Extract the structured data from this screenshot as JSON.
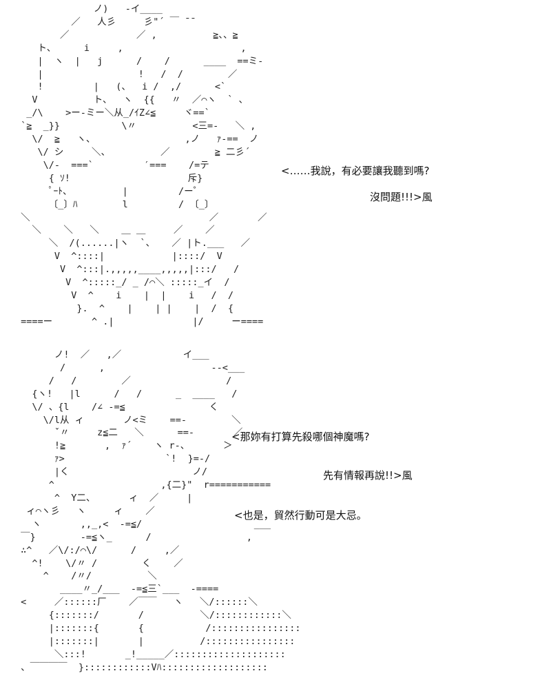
{
  "panels": [
    {
      "art": "              ノ)   -イ____\n          ／   人彡     彡\"´ ￣ ¯¯\n        ／            ／ ,          ≧、、≧\n    ト、     i     ,                     ,\n    |  ヽ  |   j      /    /      ____  ==ミ-\n    |                 !   /  /        ／\n    !         |   (、  i /  ,/      <`\n   V          ト、  ヽ  {{   〃  ／⌒ヽ  ` 、\n  _/\\    >ー-ミー＼从_/ｲZ∠≦     ヾ==`\n `≧  _}}           \\〃          <三=-   ＼ ,\n   \\/  ≧   ヽ、                ,ノ   ｧ-==  ノ\n    \\/ シ     ＼、         ／        ≧ 二彡´\n     \\/-  ===`         ′===    /=テ\n      { ｿ!                     斥}\n      ﾟｰﾄ、         |         /ー゜\n      〔_〕ﾊ        l         / 〔_〕\n ＼                                ／       ／\n   ＼    ＼   ＼    ＿ ＿     ／    ／\n      ＼  /(......|ヽ  `、   ／ |ト.___   ／\n       V  ^::::|            |::::/  V\n        V  ^:::|.,,,,,____,,,,,|:::/   /\n         V  ^:::::_/ _ /⌒＼ :::::_イ  /\n          V  ^    i    |  |    i   /  /\n           }.  ^    |    | |    |  /  {\n ====ー       ^ .|              |/     ー====",
      "lines": [
        "<……我說，有必要讓我聽到嗎?",
        "沒問題!!!>風"
      ]
    },
    {
      "art": "       ノ!  ／   ,／           イ___\n        /      ,                   --<___\n      /   /        ／                 /\n   {ヽ!   |l      /   /      _  ____   /\n   \\/ 、{l    /∠ -=≦               く\n     \\/l从 ィ       ノ<ミ    ==-        ＼\n       ˇ〃     z≦二   ＼      ==-       ／\n       !≧       ,  ｧ´    ヽ r-、      ＞\n       ｧ>                  `!  }=-/\n       |く                      ノ/\n      ^                   ,{二}\"  r===========\n       ^  Y二、      ィ  ／     |\n  ィ⌒ヽ彡   ヽ     ィ    ／\n   ヽ       ,,_,<  -=≦/                    ___\n ￣}        -=≦ヽ_      /                 ,\n ∴^   ／\\/:/⌒\\/      /     ,／\n   ^!    \\/〃 /        く    ／\n     ^    /〃/          ＼\n        ____〃_/___  -=≦三`___  -====\n <     ／::::::厂    ／￣￣   ヽ   ＼/::::::＼\n      {:::::::/       /          ＼/::::::::::::＼\n      |:::::::{       {           /::::::::::::::::\n      |:::::::|       |          /::::::::::::::::\n       ＼:::!       _!_____／::::::::::::::::::::\n 、￣￣￣￣  }::::::::::::Vﾊ:::::::::::::::::::",
      "lines": [
        "<那妳有打算先殺哪個神魔嗎?",
        "先有情報再說!!>風",
        "<也是，貿然行動可是大忌。"
      ]
    }
  ]
}
